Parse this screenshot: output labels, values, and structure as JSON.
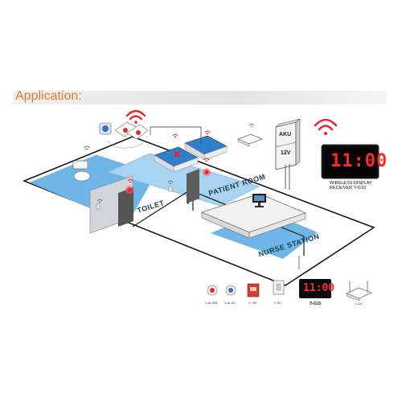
{
  "title": "Application:",
  "rooms": {
    "toilet": "TOILET",
    "patient_room": "PATIENT ROOM",
    "nurse_station": "NURSE STATION"
  },
  "power_supply": {
    "aku": "AKU",
    "voltage": "12V"
  },
  "receiver": {
    "display_time": "11:00",
    "label_line1": "WIRELESS DISPLAY",
    "label_line2": "RECEIVER Y-G10"
  },
  "legend": [
    {
      "code": "Y-AI-WB",
      "icon": "wireless-button-icon"
    },
    {
      "code": "Y-AI-SC",
      "icon": "wireless-button-icon"
    },
    {
      "code": "Y-700",
      "icon": "pull-cord-icon"
    },
    {
      "code": "Y-SC",
      "icon": "wall-switch-icon"
    },
    {
      "code": "Y-G10",
      "icon": "display-receiver-icon",
      "time": "11:00"
    },
    {
      "code": "Y-G4",
      "icon": "router-icon"
    }
  ],
  "colors": {
    "title": "#e07b2a",
    "floor": "#6fb6e6",
    "floor_light": "#a8d4f2",
    "alarm_red": "#e8262b",
    "outline": "#1a1a1a"
  }
}
